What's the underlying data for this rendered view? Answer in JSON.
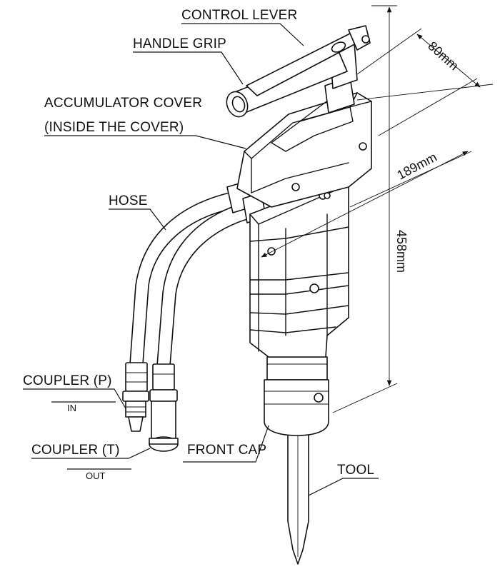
{
  "labels": {
    "control_lever": "CONTROL LEVER",
    "handle_grip": "HANDLE GRIP",
    "accumulator_cover_line1": "ACCUMULATOR COVER",
    "accumulator_cover_line2": "(INSIDE THE COVER)",
    "hose": "HOSE",
    "coupler_p": "COUPLER (P)",
    "coupler_p_sub": "IN",
    "coupler_t": "COUPLER (T)",
    "coupler_t_sub": "OUT",
    "front_cap": "FRONT CAP",
    "tool": "TOOL"
  },
  "dimensions": {
    "width": "80mm",
    "depth": "189mm",
    "height": "458mm"
  }
}
